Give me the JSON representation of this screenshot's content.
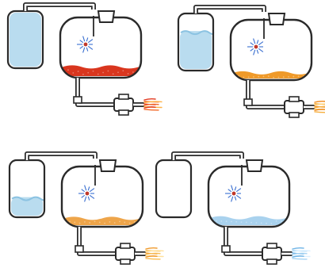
{
  "panels": [
    {
      "reservoir_fill": 1.0,
      "tank_fill": 0.18,
      "tank_liquid": "red",
      "flame": "red"
    },
    {
      "reservoir_fill": 0.72,
      "tank_fill": 0.12,
      "tank_liquid": "orange",
      "flame": "orange"
    },
    {
      "reservoir_fill": 0.38,
      "tank_fill": 0.14,
      "tank_liquid": "amber",
      "flame": "amber"
    },
    {
      "reservoir_fill": 0.0,
      "tank_fill": 0.15,
      "tank_liquid": "blue",
      "flame": "blue"
    }
  ],
  "colors": {
    "outline": "#2a2a2a",
    "water": "#b9dcef",
    "water_edge": "#8cc3e2",
    "red": "#d9361e",
    "orange": "#ef9a2a",
    "amber": "#eea54a",
    "blue": "#a9d2ee",
    "spark": "#3a6fd0",
    "pipe": "#ffffff"
  },
  "icons": {
    "reservoir": "cylinder-tank-icon",
    "tank": "rounded-tank-icon",
    "cap": "tank-cap-icon",
    "spark": "spark-icon",
    "valve": "valve-icon",
    "flame": "flame-icon"
  }
}
